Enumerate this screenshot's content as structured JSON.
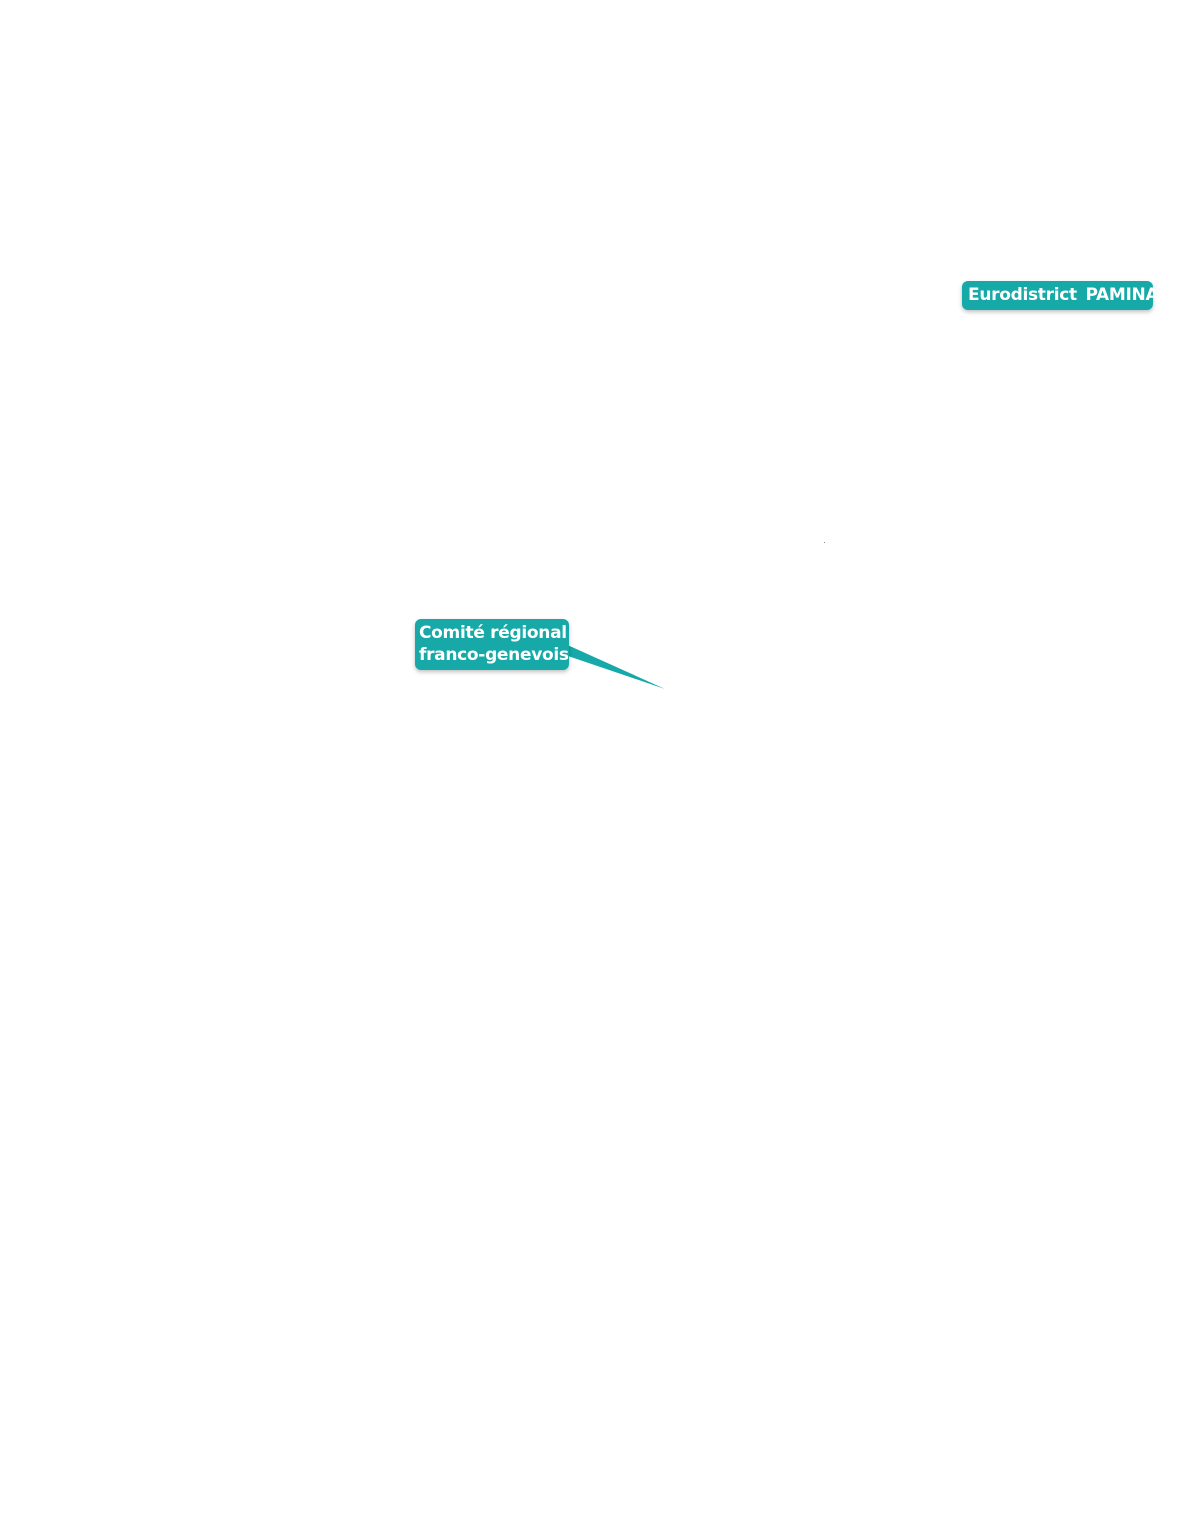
{
  "map": {
    "labels": [
      {
        "id": "pamina",
        "text": "Eurodistrict  PAMINA"
      },
      {
        "id": "franco_genevois",
        "lines": [
          "Comité régional",
          "franco-genevois"
        ]
      }
    ],
    "colors": {
      "label_background": "#16a9a8",
      "label_text": "#ffffff",
      "background": "#ffffff"
    }
  }
}
